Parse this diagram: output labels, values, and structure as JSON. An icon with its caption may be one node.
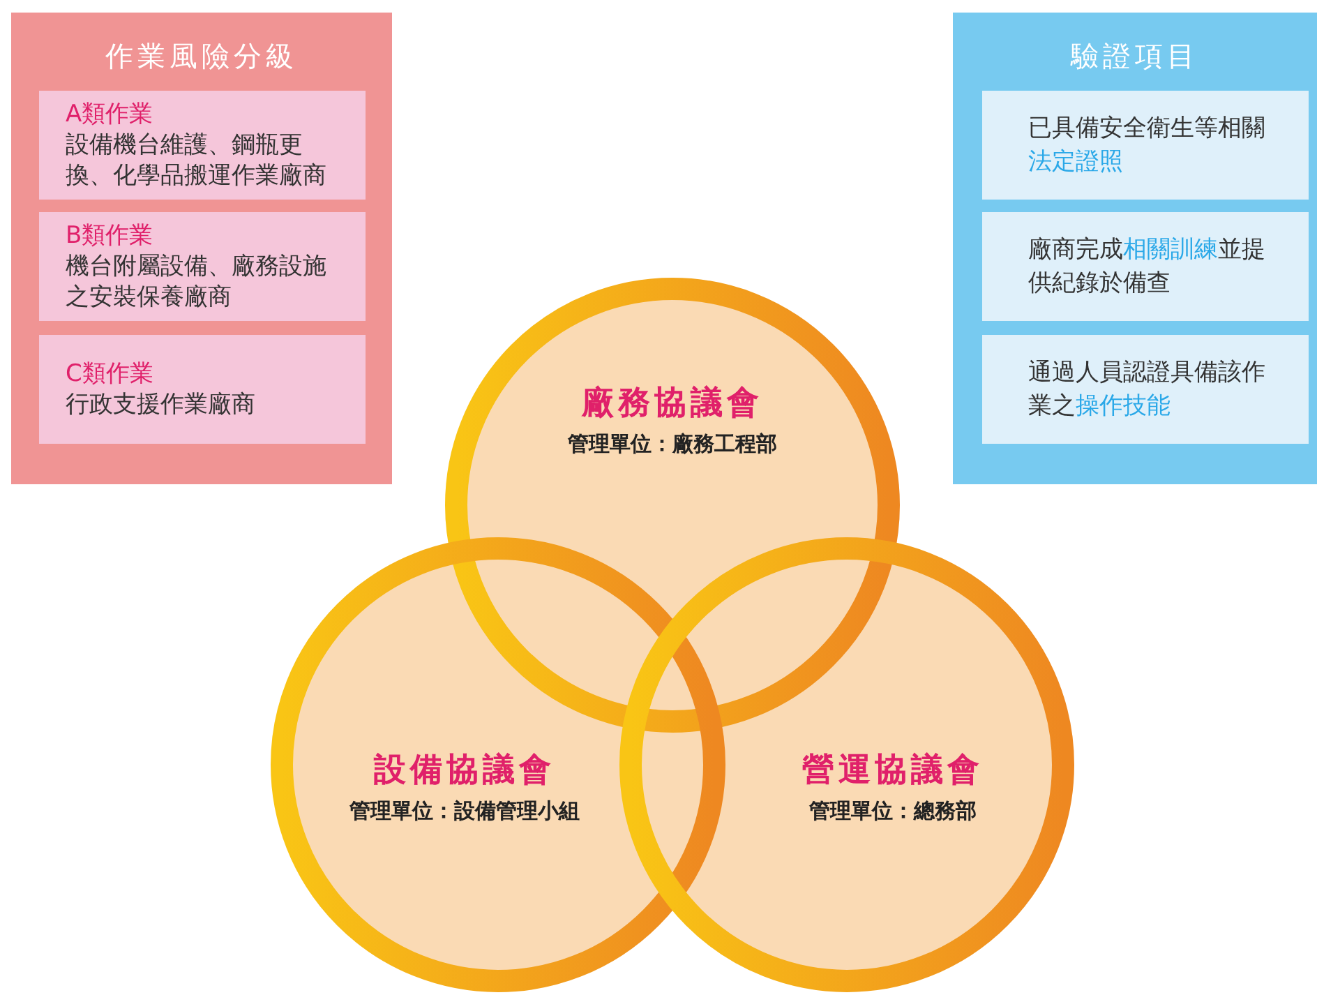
{
  "diagram": {
    "nodes": [
      {
        "text": [
          "作業風險分級"
        ]
      },
      {
        "text": [
          "A類作業",
          "設備機台維護、鋼瓶更換、化學品搬運作業廠商"
        ],
        "in": 0
      },
      {
        "text": [
          "B類作業",
          "機台附屬設備、廠務設施之安裝保養廠商"
        ],
        "in": 0
      },
      {
        "text": [
          "C類作業",
          "行政支援作業廠商"
        ],
        "in": 0
      },
      {
        "text": [
          "驗證項目"
        ]
      },
      {
        "text": [
          "已具備安全衛生等相關**法定證照**"
        ],
        "in": 4
      },
      {
        "text": [
          "廠商完成**相關訓練**並提供紀錄於備查"
        ],
        "in": 4
      },
      {
        "text": [
          "通過人員認證具備該作業之**操作技能**"
        ],
        "in": 4
      },
      {
        "text": [
          "廠務協議會",
          "管理單位：廠務工程部"
        ]
      },
      {
        "text": [
          "設備協議會",
          "管理單位：設備管理小組"
        ]
      },
      {
        "text": [
          "營運協議會",
          "管理單位：總務部"
        ]
      }
    ]
  }
}
